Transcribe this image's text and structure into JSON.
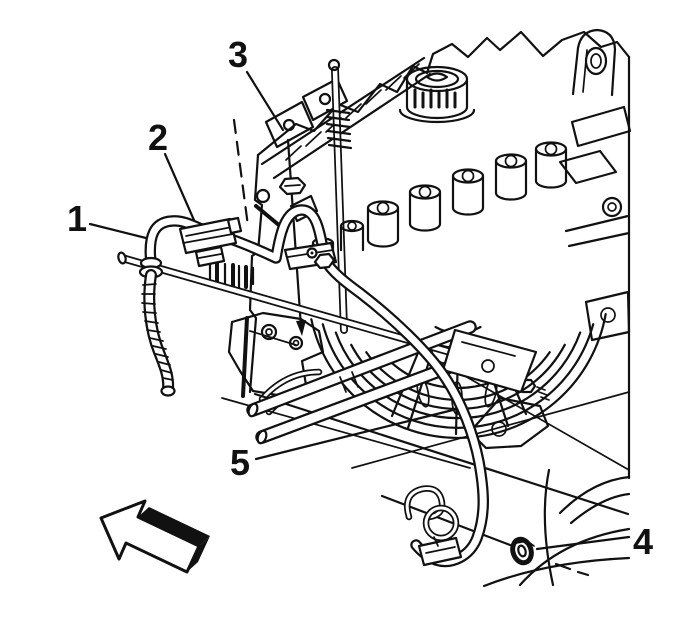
{
  "diagram": {
    "background_color": "#ffffff",
    "line_color": "#111111",
    "callouts": [
      {
        "label": "1"
      },
      {
        "label": "2"
      },
      {
        "label": "3"
      },
      {
        "label": "4"
      },
      {
        "label": "5"
      }
    ],
    "icons": {
      "direction_arrow": "block-arrow-pointing-left"
    }
  }
}
